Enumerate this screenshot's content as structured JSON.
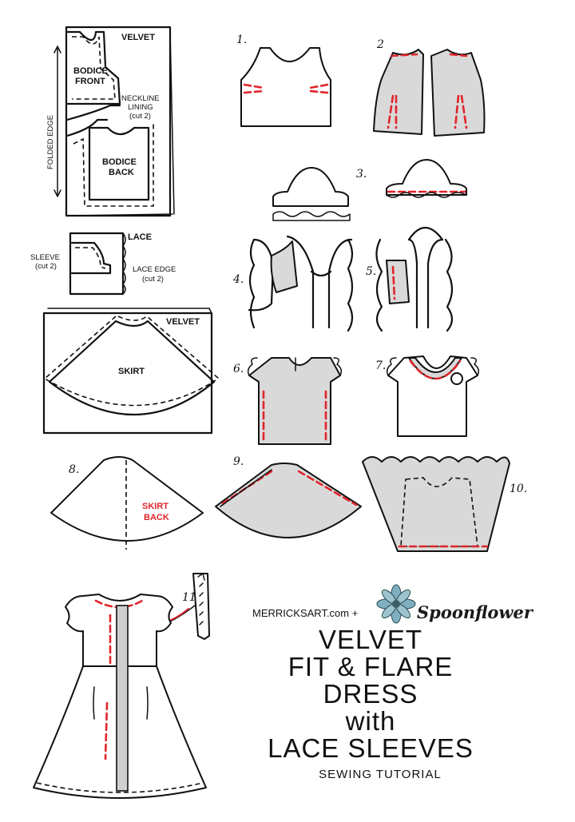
{
  "patterns": {
    "velvet_top": "VELVET",
    "bodice_front": [
      "BODICE",
      "FRONT"
    ],
    "neckline_lining": [
      "NECKLINE",
      "LINING",
      "(cut 2)"
    ],
    "bodice_back": [
      "BODICE",
      "BACK"
    ],
    "folded_edge": "FOLDED EDGE",
    "lace": "LACE",
    "sleeve": [
      "SLEEVE",
      "(cut 2)"
    ],
    "lace_edge": [
      "LACE EDGE",
      "(cut 2)"
    ],
    "velvet_skirt": "VELVET",
    "skirt": "SKIRT"
  },
  "steps": {
    "s1": "1.",
    "s2": "2",
    "s3": "3.",
    "s4": "4.",
    "s5": "5.",
    "s6": "6.",
    "s7": "7.",
    "s8": "8.",
    "s9": "9.",
    "s10": "10.",
    "s11": "11."
  },
  "skirt_back": [
    "SKIRT",
    "BACK"
  ],
  "footer": {
    "site": "MERRICKSART.com +",
    "brand": "Spoonflower",
    "title_lines": [
      "VELVET",
      "FIT & FLARE",
      "DRESS",
      "with",
      "LACE SLEEVES"
    ],
    "subtitle": "SEWING TUTORIAL"
  },
  "colors": {
    "ink": "#111111",
    "stitch": "#e0242b",
    "fabric": "#d9d9d9",
    "flower": "#7fb0bf"
  }
}
